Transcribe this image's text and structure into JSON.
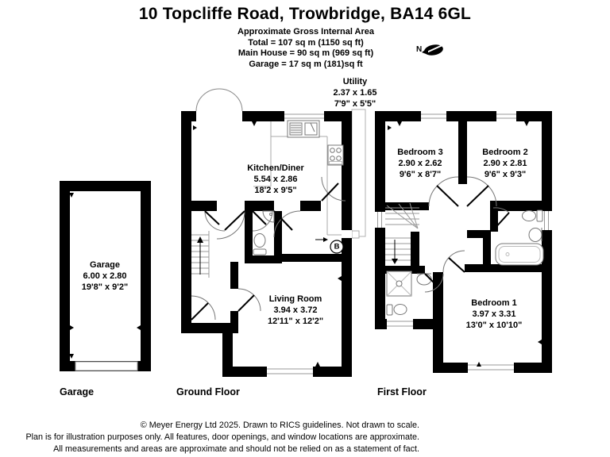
{
  "header": {
    "title": "10 Topcliffe Road, Trowbridge, BA14 6GL",
    "area_lines": [
      "Approximate Gross Internal Area",
      "Total = 107 sq m (1150 sq ft)",
      "Main House = 90 sq m (969 sq ft)",
      "Garage = 17 sq m (181)sq ft"
    ],
    "north_label": "N"
  },
  "rooms": {
    "garage": {
      "name": "Garage",
      "metric": "6.00 x 2.80",
      "imperial": "19'8\" x 9'2\""
    },
    "kitchen": {
      "name": "Kitchen/Diner",
      "metric": "5.54 x 2.86",
      "imperial": "18'2 x 9'5\""
    },
    "living": {
      "name": "Living Room",
      "metric": "3.94 x 3.72",
      "imperial": "12'11\" x 12'2\""
    },
    "utility": {
      "name": "Utility",
      "metric": "2.37 x 1.65",
      "imperial": "7'9\" x 5'5\""
    },
    "bed3": {
      "name": "Bedroom 3",
      "metric": "2.90 x 2.62",
      "imperial": "9'6\" x 8'7\""
    },
    "bed2": {
      "name": "Bedroom 2",
      "metric": "2.90 x 2.81",
      "imperial": "9'6\" x 9'3\""
    },
    "bed1": {
      "name": "Bedroom 1",
      "metric": "3.97 x 3.31",
      "imperial": "13'0\" x 10'10\""
    }
  },
  "annotations": {
    "boiler": "B"
  },
  "floor_labels": {
    "garage": "Garage",
    "ground": "Ground Floor",
    "first": "First Floor"
  },
  "footer": {
    "lines": [
      "© Meyer Energy Ltd 2025. Drawn to RICS guidelines.  Not drawn to scale.",
      "Plan is for illustration purposes only. All features, door openings, and window locations are approximate.",
      "All measurements and areas are approximate and should not be relied on as a statement of fact."
    ]
  },
  "colors": {
    "wall": "#000000",
    "thin_line": "#999999",
    "arc": "#666666",
    "background": "#ffffff"
  }
}
